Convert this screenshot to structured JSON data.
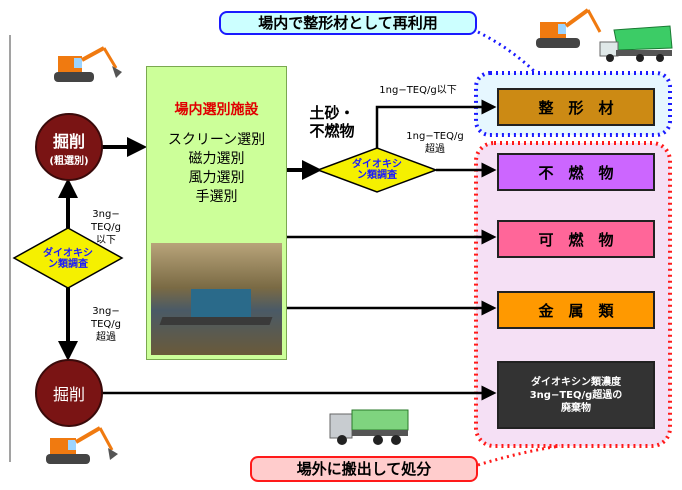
{
  "banner_top": "場内で整形材として再利用",
  "banner_bottom": "場外に搬出して処分",
  "left_top_circle": {
    "label": "掘削",
    "sub": "(粗選別)"
  },
  "left_bottom_circle": {
    "label": "掘削"
  },
  "left_diamond": {
    "line1": "ダイオキシ",
    "line2": "ン類調査"
  },
  "mid_diamond": {
    "line1": "ダイオキシ",
    "line2": "ン類調査"
  },
  "left_upper_note": [
    "3ng−",
    "TEQ/g",
    "以下"
  ],
  "left_lower_note": [
    "3ng−",
    "TEQ/g",
    "超過"
  ],
  "facility": {
    "title": "場内選別施設",
    "items": [
      "スクリーン選別",
      "磁力選別",
      "風力選別",
      "手選別"
    ]
  },
  "soil_label": [
    "土砂・",
    "不燃物"
  ],
  "route_upper_note": "1ng−TEQ/g以下",
  "route_lower_note": [
    "1ng−TEQ/g",
    "超過"
  ],
  "outputs": {
    "seikei": "整　形　材",
    "funen": "不　燃　物",
    "kanen": "可　燃　物",
    "kinzoku": "金　属　類",
    "dioxin": [
      "ダイオキシン類濃度",
      "3ng−TEQ/g超過の",
      "廃棄物"
    ]
  },
  "colors": {
    "seikei": "#cc8a14",
    "funen": "#cc66ff",
    "kanen": "#ff6699",
    "kinzoku": "#ff9900",
    "dioxin": "#333333",
    "circle": "#7a1414",
    "diamond": "#f5f000",
    "facility_bg": "#ccff99",
    "blue_dots": "#1a1aff",
    "red_dots": "#ff1a1a"
  }
}
